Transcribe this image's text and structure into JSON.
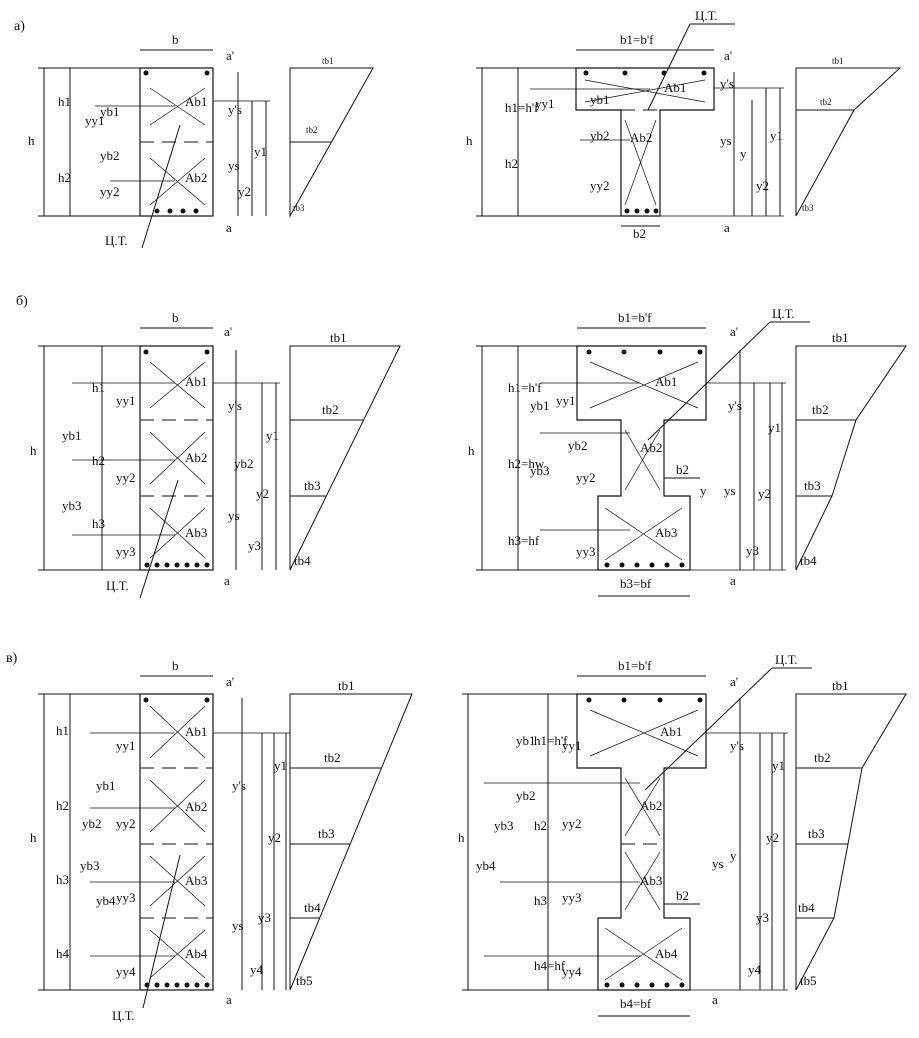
{
  "panels": [
    {
      "label": "а)",
      "left": {
        "b": "b",
        "h": "h",
        "dims_left": [
          "h1",
          "h2",
          "yy1",
          "yb1",
          "yb2",
          "yy2"
        ],
        "areas": [
          "Ab1",
          "Ab2"
        ],
        "right_dims": [
          "y's",
          "ys",
          "y1",
          "y2",
          "a'",
          "a"
        ],
        "ct": "Ц.Т."
      },
      "right": {
        "b": "b1=b'f",
        "b2": "b2",
        "h": "h",
        "dims_left": [
          "h1=h'f",
          "h2",
          "yy1",
          "yb1",
          "yb2",
          "yy2"
        ],
        "areas": [
          "Ab1",
          "Ab2"
        ],
        "right_dims": [
          "y's",
          "ys",
          "y",
          "y1",
          "y2",
          "a'",
          "a"
        ],
        "ct": "Ц.Т."
      },
      "diagram_left": [
        "tb1",
        "tb2",
        "tb3"
      ],
      "diagram_right": [
        "tb1",
        "tb2",
        "tb3"
      ]
    },
    {
      "label": "б)",
      "left": {
        "b": "b",
        "h": "h",
        "dims_left": [
          "h1",
          "h2",
          "h3",
          "yb1",
          "yb3",
          "yy1",
          "yy2",
          "yy3"
        ],
        "areas": [
          "Ab1",
          "Ab2",
          "Ab3"
        ],
        "right_dims": [
          "y's",
          "yb2",
          "ys",
          "y1",
          "y2",
          "y3",
          "a'",
          "a"
        ],
        "ct": "Ц.Т."
      },
      "right": {
        "b": "b1=b'f",
        "b2": "b2",
        "b3": "b3=bf",
        "h": "h",
        "dims_left": [
          "h1=h'f",
          "h2=hw",
          "h3=hf",
          "yb1",
          "yb2",
          "yb3",
          "yy1",
          "yy2",
          "yy3"
        ],
        "areas": [
          "Ab1",
          "Ab2",
          "Ab3"
        ],
        "right_dims": [
          "y's",
          "ys",
          "y",
          "y1",
          "y2",
          "y3",
          "a'",
          "a"
        ],
        "ct": "Ц.Т."
      },
      "diagram_left": [
        "tb1",
        "tb2",
        "tb3",
        "tb4"
      ],
      "diagram_right": [
        "tb1",
        "tb2",
        "tb3",
        "tb4"
      ]
    },
    {
      "label": "в)",
      "left": {
        "b": "b",
        "h": "h",
        "dims_left": [
          "h1",
          "h2",
          "h3",
          "h4",
          "yb1",
          "yb2",
          "yb3",
          "yb4",
          "yy1",
          "yy2",
          "yy3",
          "yy4"
        ],
        "areas": [
          "Ab1",
          "Ab2",
          "Ab3",
          "Ab4"
        ],
        "right_dims": [
          "y's",
          "ys",
          "y1",
          "y2",
          "y3",
          "y4",
          "a'",
          "a"
        ],
        "ct": "Ц.Т."
      },
      "right": {
        "b": "b1=b'f",
        "b2": "b2",
        "b4": "b4=bf",
        "h": "h",
        "dims_left": [
          "h1=h'f",
          "h2",
          "h3",
          "h4=hf",
          "yb1",
          "yb2",
          "yb3",
          "yb4",
          "yy1",
          "yy2",
          "yy3",
          "yy4"
        ],
        "areas": [
          "Ab1",
          "Ab2",
          "Ab3",
          "Ab4"
        ],
        "right_dims": [
          "y's",
          "ys",
          "y",
          "y1",
          "y2",
          "y3",
          "y4",
          "a'",
          "a"
        ],
        "ct": "Ц.Т."
      },
      "diagram_left": [
        "tb1",
        "tb2",
        "tb3",
        "tb4",
        "tb5"
      ],
      "diagram_right": [
        "tb1",
        "tb2",
        "tb3",
        "tb4",
        "tb5"
      ]
    }
  ]
}
